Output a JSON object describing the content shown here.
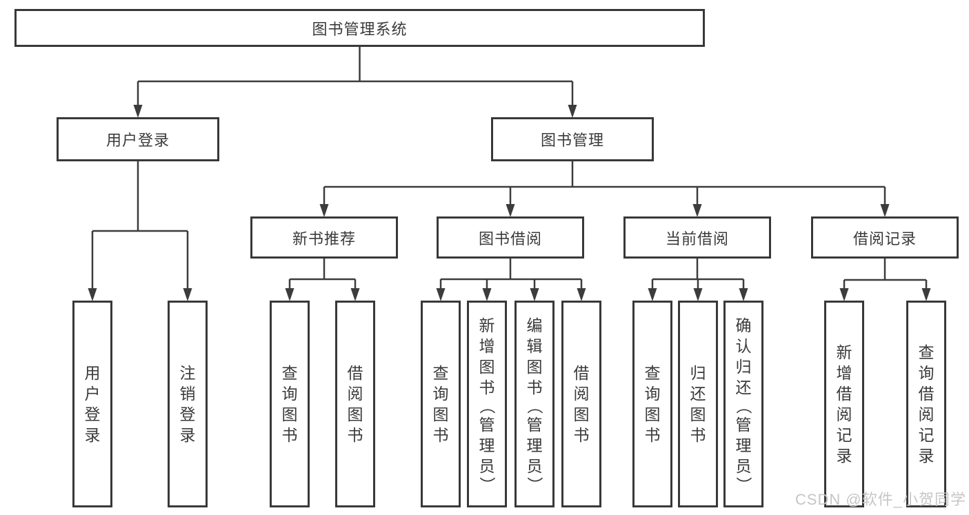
{
  "tree": {
    "root": {
      "label": "图书管理系统"
    },
    "level2": [
      {
        "id": "user-login",
        "label": "用户登录"
      },
      {
        "id": "book-management",
        "label": "图书管理"
      }
    ],
    "level3": [
      {
        "id": "new-book-recommend",
        "label": "新书推荐",
        "parent": "图书管理"
      },
      {
        "id": "book-borrow",
        "label": "图书借阅",
        "parent": "图书管理"
      },
      {
        "id": "current-borrow",
        "label": "当前借阅",
        "parent": "图书管理"
      },
      {
        "id": "borrow-records",
        "label": "借阅记录",
        "parent": "图书管理"
      }
    ],
    "leaves": [
      {
        "label": "用户登录",
        "parent": "用户登录"
      },
      {
        "label": "注销登录",
        "parent": "用户登录"
      },
      {
        "label": "查询图书",
        "parent": "新书推荐"
      },
      {
        "label": "借阅图书",
        "parent": "新书推荐"
      },
      {
        "label": "查询图书",
        "parent": "图书借阅"
      },
      {
        "label": "新增图书（管理员）",
        "parent": "图书借阅"
      },
      {
        "label": "编辑图书（管理员）",
        "parent": "图书借阅"
      },
      {
        "label": "借阅图书",
        "parent": "图书借阅"
      },
      {
        "label": "查询图书",
        "parent": "当前借阅"
      },
      {
        "label": "归还图书",
        "parent": "当前借阅"
      },
      {
        "label": "确认归还（管理员）",
        "parent": "当前借阅"
      },
      {
        "label": "新增借阅记录",
        "parent": "借阅记录"
      },
      {
        "label": "查询借阅记录",
        "parent": "借阅记录"
      }
    ]
  },
  "watermark": {
    "text": "CSDN @软件_小贺同学"
  },
  "colors": {
    "line": "#3c3c3c",
    "box_border": "#383838",
    "text": "#3a3a3a",
    "watermark": "#c6c6c6",
    "background": "#ffffff"
  }
}
